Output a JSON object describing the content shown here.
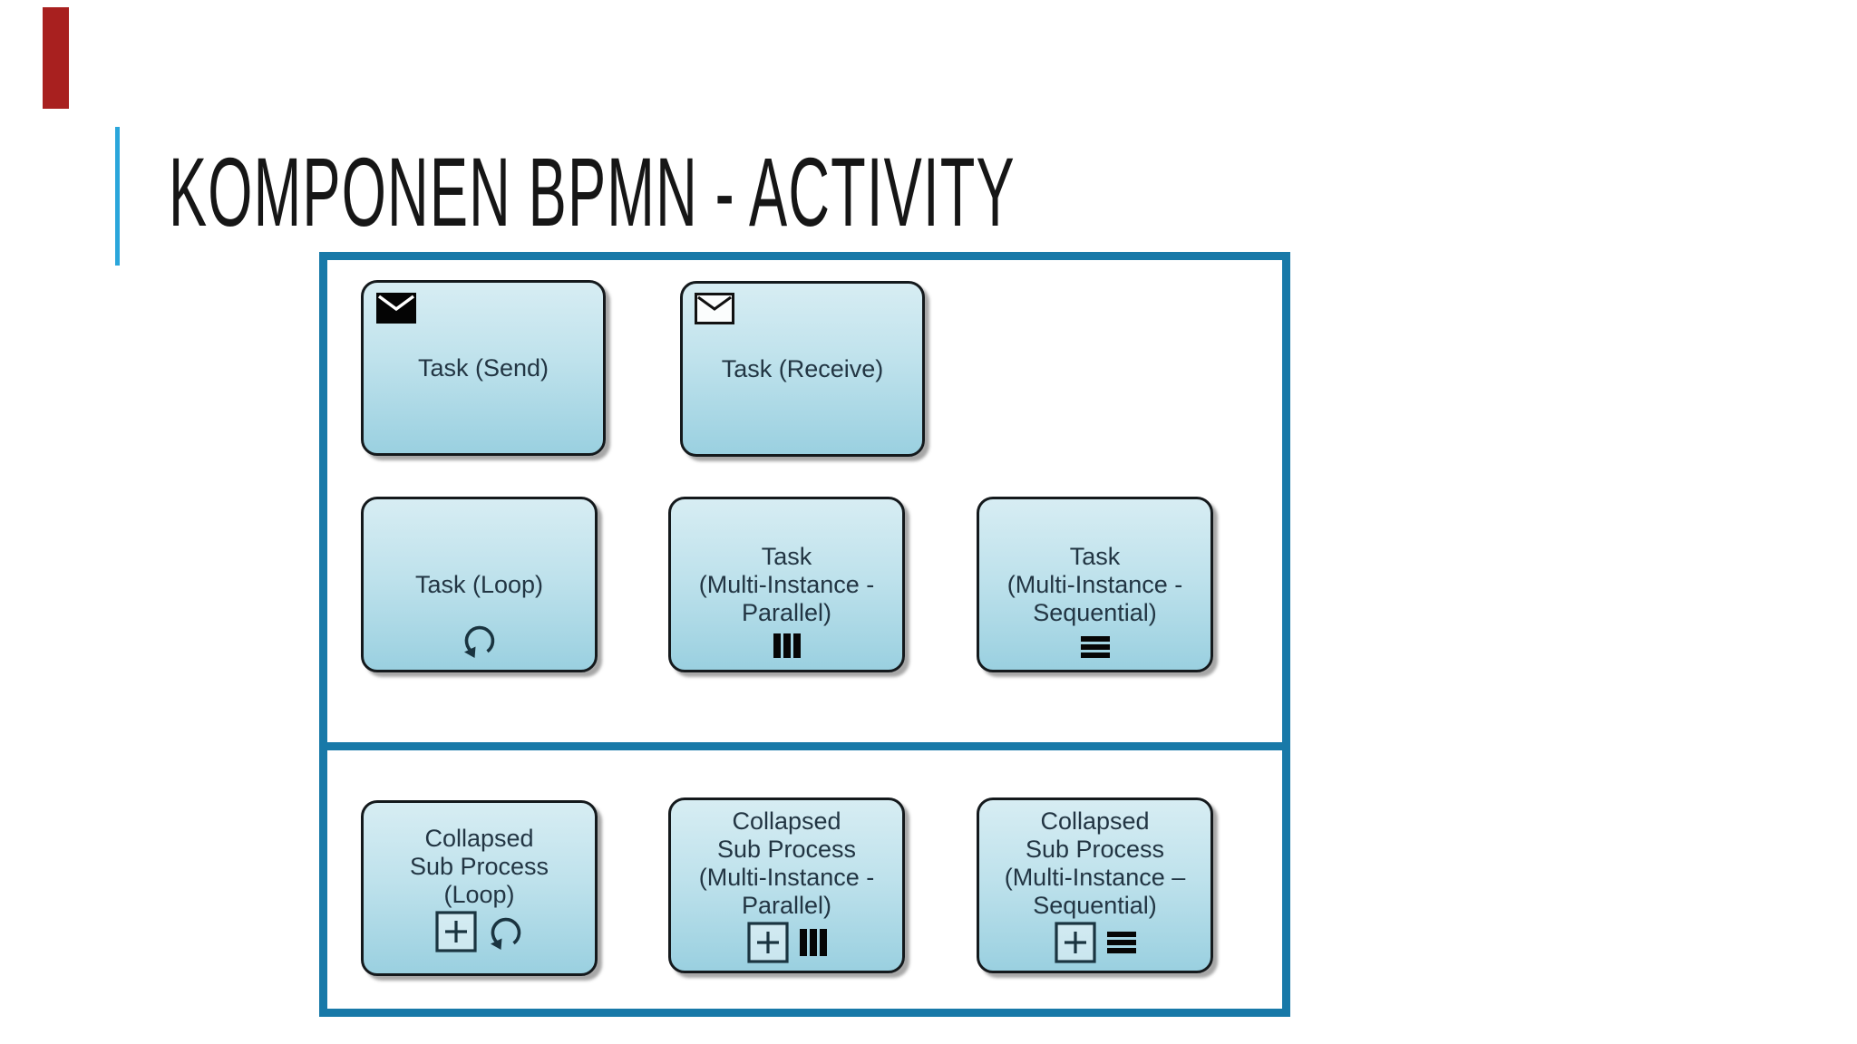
{
  "slide": {
    "title": "KOMPONEN BPMN - ACTIVITY",
    "accent_colors": {
      "corner_red": "#a8201f",
      "title_line_blue": "#2aa6db",
      "frame_blue": "#1879a8",
      "box_fill_top": "#d7edf3",
      "box_fill_bottom": "#9ad0e0"
    }
  },
  "diagram": {
    "boxes": [
      {
        "label": "Task (Send)",
        "marker": "message-filled-icon"
      },
      {
        "label": "Task (Receive)",
        "marker": "message-outline-icon"
      },
      {
        "label": "Task (Loop)",
        "marker": "loop-icon"
      },
      {
        "label": [
          "Task",
          "(Multi-Instance -",
          "Parallel)"
        ],
        "marker": "multi-instance-parallel-icon"
      },
      {
        "label": [
          "Task",
          "(Multi-Instance -",
          "Sequential)"
        ],
        "marker": "multi-instance-sequential-icon"
      },
      {
        "label": [
          "Collapsed",
          "Sub Process",
          "(Loop)"
        ],
        "markers": [
          "sub-process-plus-icon",
          "loop-icon"
        ]
      },
      {
        "label": [
          "Collapsed",
          "Sub Process",
          "(Multi-Instance -",
          "Parallel)"
        ],
        "markers": [
          "sub-process-plus-icon",
          "multi-instance-parallel-icon"
        ]
      },
      {
        "label": [
          "Collapsed",
          "Sub Process",
          "(Multi-Instance –",
          "Sequential)"
        ],
        "markers": [
          "sub-process-plus-icon",
          "multi-instance-sequential-icon"
        ]
      }
    ]
  }
}
